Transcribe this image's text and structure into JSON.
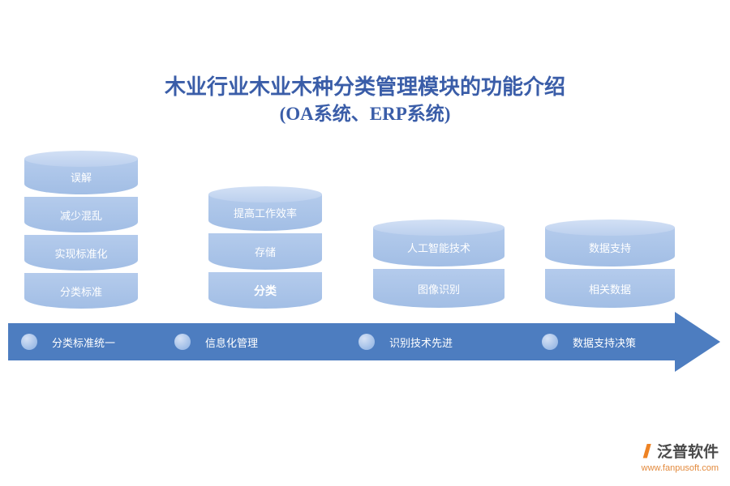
{
  "title": {
    "line1": "木业行业木业木种分类管理模块的功能介绍",
    "line2": "(OA系统、ERP系统)"
  },
  "cylinders": [
    {
      "segments": [
        "误解",
        "减少混乱",
        "实现标准化",
        "分类标准"
      ]
    },
    {
      "segments": [
        "提高工作效率",
        "存储",
        "分类"
      ]
    },
    {
      "segments": [
        "人工智能技术",
        "图像识别"
      ]
    },
    {
      "segments": [
        "数据支持",
        "相关数据"
      ]
    }
  ],
  "arrow_steps": [
    "分类标准统一",
    "信息化管理",
    "识别技术先进",
    "数据支持决策"
  ],
  "footer": {
    "brand": "泛普软件",
    "url": "www.fanpusoft.com"
  },
  "colors": {
    "cylinder": "#a9c3e8",
    "cylinder_cap": "#c5d6f0",
    "arrow": "#4d7dc0",
    "title": "#3a5da8",
    "brand_orange": "#ee8324"
  }
}
